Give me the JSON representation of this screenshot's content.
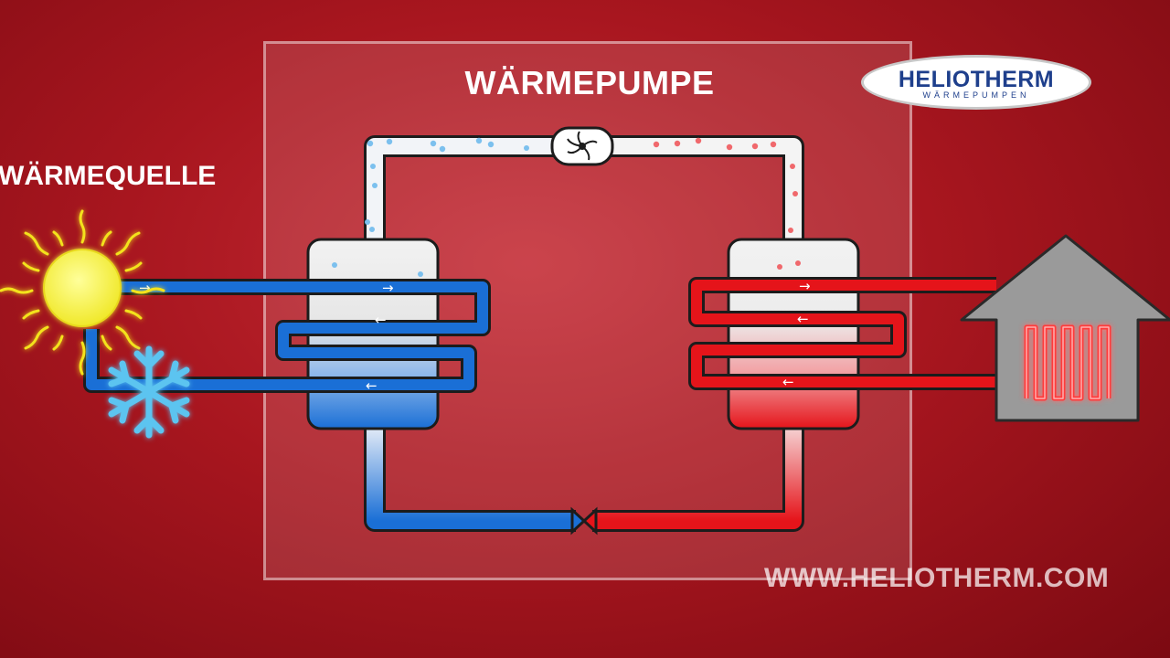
{
  "header": {
    "title": "WÄRMEPUMPE",
    "source_label": "WÄRMEQUELLE"
  },
  "logo": {
    "name": "HELIOTHERM",
    "subtitle": "WÄRMEPUMPEN"
  },
  "footer": {
    "url": "WWW.HELIOTHERM.COM"
  },
  "colors": {
    "cold": "#1a6fd6",
    "hot": "#e5141a",
    "pipe_outline": "#1c1c1c",
    "sun": "#f7f43a",
    "snowflake": "#5cc4f0",
    "house": "#9a9a9a"
  },
  "arrows": {
    "right": "→",
    "left": "←"
  }
}
